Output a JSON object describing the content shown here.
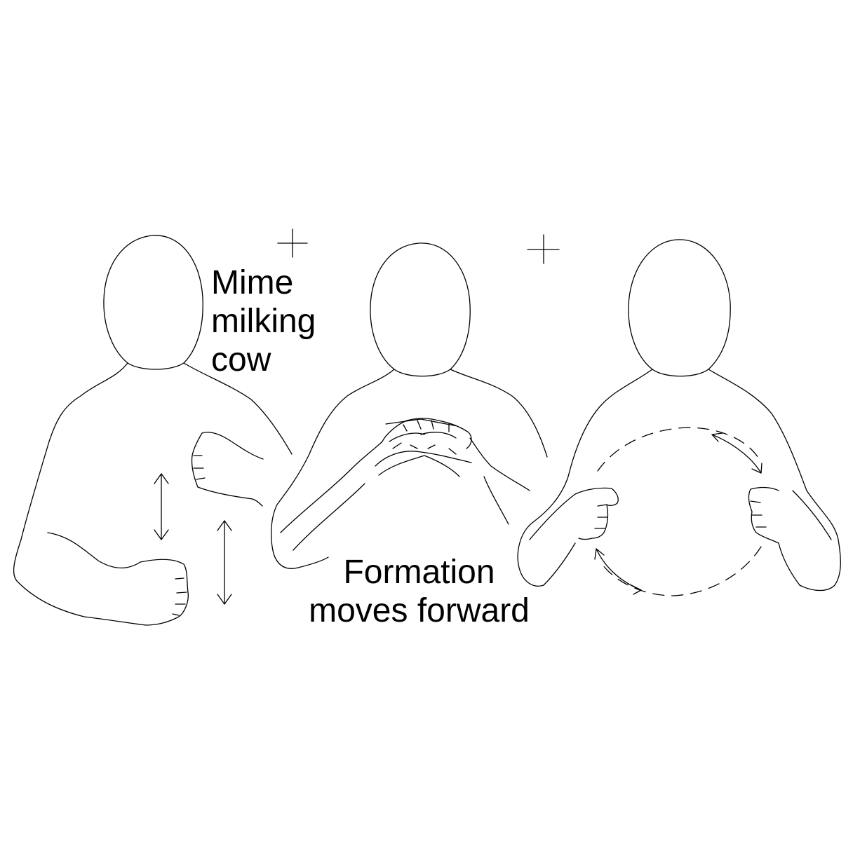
{
  "captions": {
    "mime": "Mime\nmilking\ncow",
    "formation": "Formation\nmoves forward"
  },
  "figures": {
    "count": 3,
    "description_icons": [
      "person-outline-icon",
      "person-outline-icon",
      "person-outline-icon"
    ]
  },
  "markers": {
    "plus_count": 2,
    "vertical_arrow_count": 2,
    "circular_arrow_count": 2
  },
  "colors": {
    "ink": "#000000",
    "background": "#ffffff"
  }
}
